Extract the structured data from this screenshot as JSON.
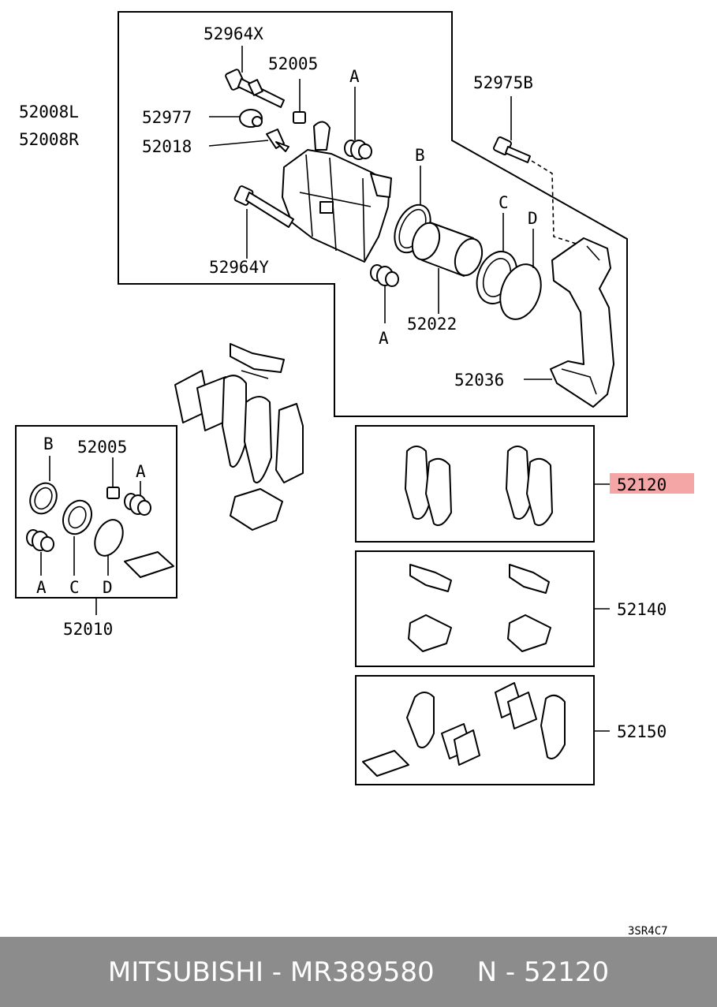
{
  "labels": {
    "p52964x": "52964X",
    "p52005_top": "52005",
    "a_top": "A",
    "p52975b": "52975B",
    "p52008l": "52008L",
    "p52008r": "52008R",
    "p52977": "52977",
    "p52018": "52018",
    "b_top": "B",
    "c_top": "C",
    "d_top": "D",
    "p52964y": "52964Y",
    "p52022": "52022",
    "a_bottom": "A",
    "p52036": "52036",
    "kit_b": "B",
    "kit_52005": "52005",
    "kit_a_top": "A",
    "kit_a": "A",
    "kit_c": "C",
    "kit_d": "D",
    "p52010": "52010",
    "p52120": "52120",
    "p52140": "52140",
    "p52150": "52150",
    "code": "3SR4C7"
  },
  "highlight_color": "#f4a6a6",
  "footer": {
    "text": "MITSUBISHI - MR389580     N - 52120"
  }
}
